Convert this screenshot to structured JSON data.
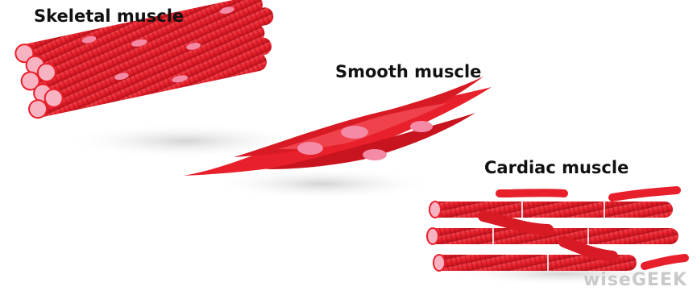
{
  "labels": {
    "skeletal": "Skeletal muscle",
    "smooth": "Smooth muscle",
    "cardiac": "Cardiac muscle"
  },
  "watermark": "wiseGEEK",
  "colors": {
    "muscle_red": "#e8202b",
    "muscle_dark": "#b8121c",
    "muscle_light": "#f25a63",
    "nucleus_pink": "#f48aa6",
    "shadow": "#d9d9d9"
  }
}
